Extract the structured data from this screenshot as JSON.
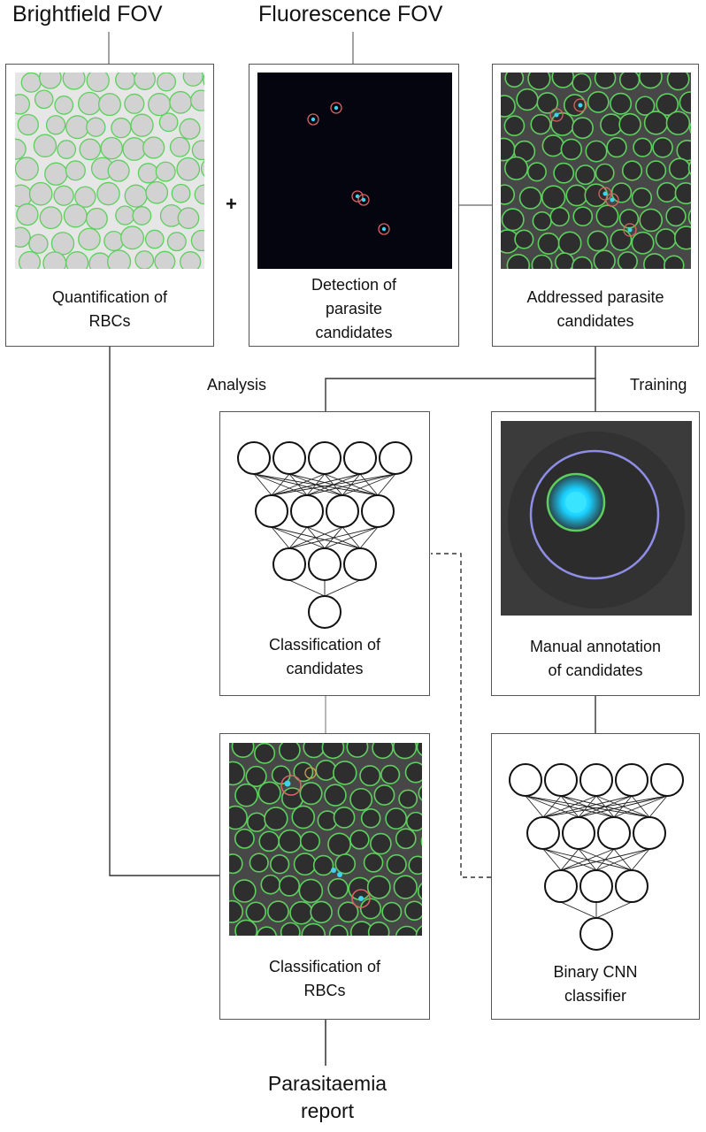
{
  "headers": {
    "brightfield": "Brightfield FOV",
    "fluorescence": "Fluorescence FOV"
  },
  "plus_sign": "+",
  "branch_labels": {
    "analysis": "Analysis",
    "training": "Training"
  },
  "boxes": {
    "quantification": "Quantification of\nRBCs",
    "detection": "Detection of\nparasite\ncandidates",
    "addressed": "Addressed parasite\ncandidates",
    "classification_candidates": "Classification of\ncandidates",
    "manual_annotation": "Manual annotation\nof candidates",
    "classification_rbcs": "Classification of\nRBCs",
    "binary_cnn": "Binary CNN\nclassifier"
  },
  "output": "Parasitaemia\nreport",
  "colors": {
    "rbc_outline": "#5ecf5e",
    "candidate_ring": "#d96262",
    "parasite_core": "#3fd2f0",
    "annotation_ring": "#8e8ee6",
    "brightfield_bg": "#e6e6e6",
    "fluorescence_bg": "#05050f",
    "merged_bg": "#474747"
  }
}
